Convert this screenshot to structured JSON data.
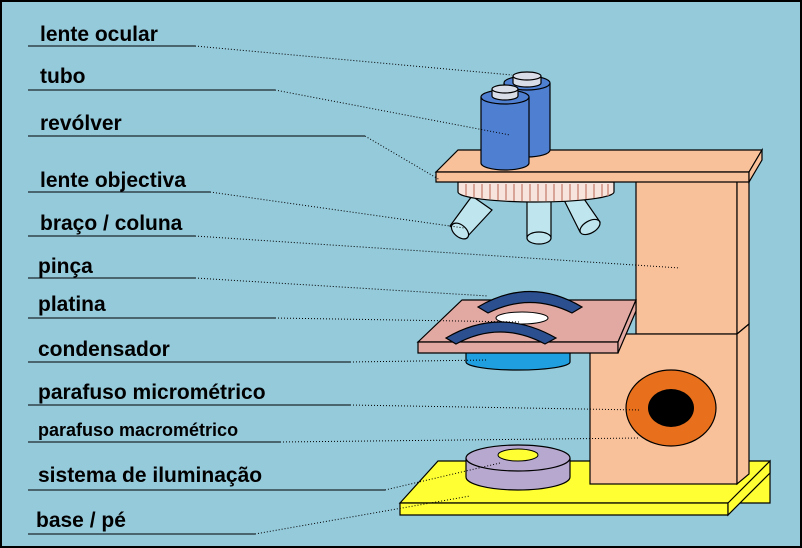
{
  "diagram": {
    "labels": [
      {
        "id": "lente-ocular",
        "text": "lente ocular"
      },
      {
        "id": "tubo",
        "text": "tubo"
      },
      {
        "id": "revolver",
        "text": "revólver"
      },
      {
        "id": "lente-objectiva",
        "text": "lente objectiva"
      },
      {
        "id": "braco-coluna",
        "text": "braço / coluna"
      },
      {
        "id": "pinca",
        "text": "pinça"
      },
      {
        "id": "platina",
        "text": "platina"
      },
      {
        "id": "condensador",
        "text": "condensador"
      },
      {
        "id": "parafuso-micrometrico",
        "text": "parafuso micrométrico"
      },
      {
        "id": "parafuso-macrometrico",
        "text": "parafuso macrométrico"
      },
      {
        "id": "sistema-iluminacao",
        "text": "sistema de iluminação"
      },
      {
        "id": "base-pe",
        "text": "base / pé"
      }
    ],
    "colors": {
      "background": "#95cadb",
      "arm": "#f9c19a",
      "stage": "#e2a9a2",
      "base": "#ffff33",
      "tube": "#4f7fd1",
      "objectives": "#bfe5ee",
      "clips": "#2b4f8f",
      "condenser": "#1f9fe0",
      "knob_outer": "#e8701c",
      "lamp": "#b7a8cf",
      "lamp_light": "#ffff33"
    }
  }
}
